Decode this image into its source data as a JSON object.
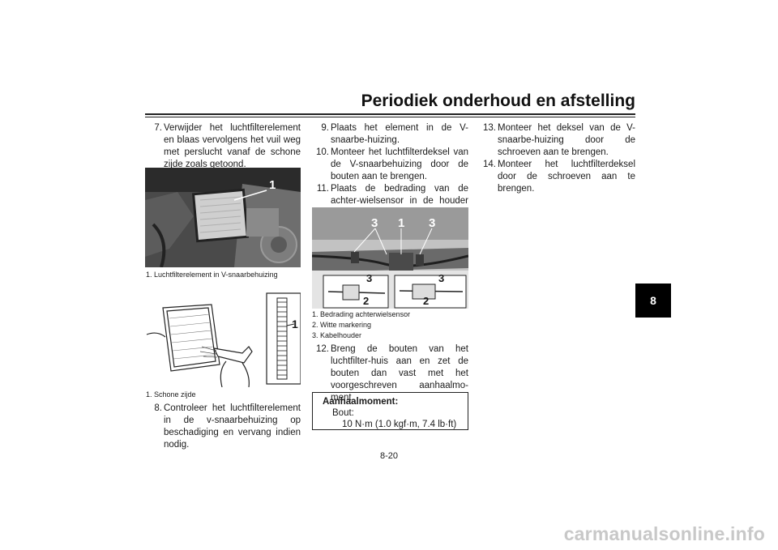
{
  "header": {
    "title": "Periodiek onderhoud en afstelling"
  },
  "side_tab": {
    "label": "8"
  },
  "col1": {
    "step7": {
      "num": "7.",
      "text": "Verwijder het luchtfilterelement en blaas vervolgens het vuil weg met perslucht vanaf de schone zijde zoals getoond."
    },
    "fig1": {
      "label": "1",
      "caption": "1. Luchtfilterelement in V-snaarbehuizing"
    },
    "fig2": {
      "label": "1",
      "caption": "1. Schone zijde"
    },
    "step8": {
      "num": "8.",
      "text": "Controleer het luchtfilterelement in de v-snaarbehuizing op beschadiging en vervang indien nodig."
    }
  },
  "col2": {
    "step9": {
      "num": "9.",
      "text": "Plaats het element in de V-snaarbe-huizing."
    },
    "step10": {
      "num": "10.",
      "text": "Monteer het luchtfilterdeksel van de V-snaarbehuizing door de bouten aan te brengen."
    },
    "step11": {
      "num": "11.",
      "text": "Plaats de bedrading van de achter-wielsensor in de houder bij de witte markering op de draad zoals getoond."
    },
    "fig3": {
      "labels": {
        "a": "3",
        "b": "1",
        "c": "3",
        "d": "3",
        "e": "2",
        "f": "3",
        "g": "2"
      },
      "captions": [
        "1. Bedrading achterwielsensor",
        "2. Witte markering",
        "3. Kabelhouder"
      ]
    },
    "step12": {
      "num": "12.",
      "text": "Breng de bouten van het luchtfilter-huis aan en zet de bouten dan vast met het voorgeschreven aanhaalmo-ment."
    },
    "torque": {
      "heading": "Aanhaalmoment:",
      "item": "Bout:",
      "value": "10 N·m (1.0 kgf·m, 7.4 lb·ft)"
    }
  },
  "col3": {
    "step13": {
      "num": "13.",
      "text": "Monteer het deksel van de V-snaarbe-huizing door de schroeven aan te brengen."
    },
    "step14": {
      "num": "14.",
      "text": "Monteer het luchtfilterdeksel door de schroeven aan te brengen."
    }
  },
  "footer": {
    "page": "8-20",
    "watermark": "carmanualsonline.info"
  }
}
